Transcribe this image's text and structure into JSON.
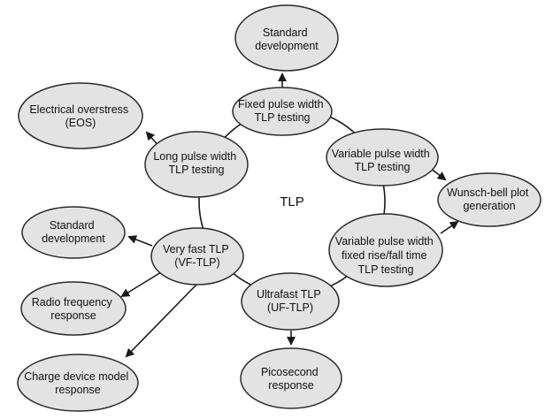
{
  "center_label": "TLP",
  "colors": {
    "node_fill": "#e3e3e3",
    "stroke": "#1a1a1a",
    "background": "#ffffff"
  },
  "nodes": {
    "standard_dev_top": [
      "Standard",
      "development"
    ],
    "fixed_pulse": [
      "Fixed pulse width",
      "TLP testing"
    ],
    "electrical_overstress": [
      "Electrical overstress",
      "(EOS)"
    ],
    "long_pulse": [
      "Long pulse width",
      "TLP testing"
    ],
    "variable_pulse": [
      "Variable pulse width",
      "TLP testing"
    ],
    "wunsch_bell": [
      "Wunsch-bell plot",
      "generation"
    ],
    "standard_dev_left": [
      "Standard",
      "development"
    ],
    "very_fast": [
      "Very fast TLP",
      "(VF-TLP)"
    ],
    "variable_rise": [
      "Variable pulse width",
      "fixed rise/fall time",
      "TLP testing"
    ],
    "radio_frequency": [
      "Radio frequency",
      "response"
    ],
    "ultrafast": [
      "Ultrafast TLP",
      "(UF-TLP)"
    ],
    "charge_device": [
      "Charge device model",
      "response"
    ],
    "picosecond": [
      "Picosecond",
      "response"
    ]
  }
}
